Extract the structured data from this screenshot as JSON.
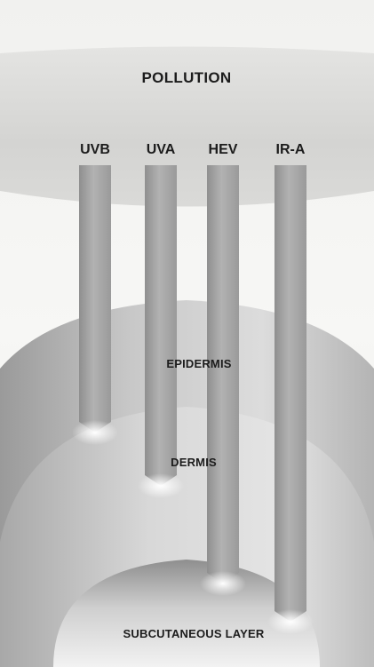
{
  "diagram": {
    "title": "POLLUTION",
    "rays": [
      {
        "label": "UVB"
      },
      {
        "label": "UVA"
      },
      {
        "label": "HEV"
      },
      {
        "label": "IR-A"
      }
    ],
    "layers": {
      "epidermis": "EPIDERMIS",
      "dermis": "DERMIS",
      "subcutaneous": "SUBCUTANEOUS LAYER"
    }
  }
}
